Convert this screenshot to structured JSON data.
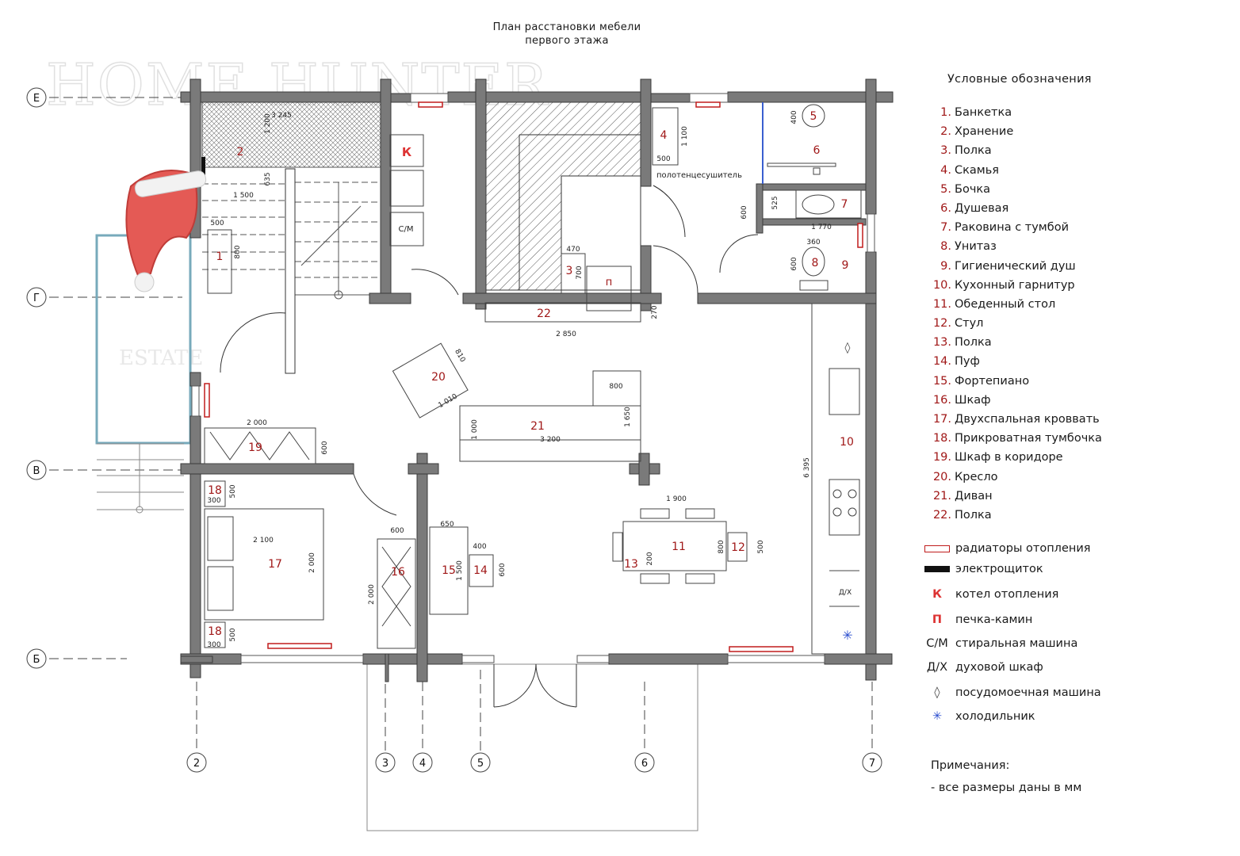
{
  "title": {
    "line1": "План расстановки мебели",
    "line2": "первого этажа"
  },
  "watermark": {
    "brand": "HOME HUNTER",
    "sub": "ESTATE"
  },
  "axes": {
    "rows": [
      "Е",
      "Г",
      "В",
      "Б"
    ],
    "cols": [
      "2",
      "3",
      "4",
      "5",
      "6",
      "7"
    ]
  },
  "legend": {
    "heading": "Условные обозначения",
    "items": [
      {
        "num": "1.",
        "label": "Банкетка"
      },
      {
        "num": "2.",
        "label": "Хранение"
      },
      {
        "num": "3.",
        "label": "Полка"
      },
      {
        "num": "4.",
        "label": "Скамья"
      },
      {
        "num": "5.",
        "label": "Бочка"
      },
      {
        "num": "6.",
        "label": "Душевая"
      },
      {
        "num": "7.",
        "label": "Раковина с тумбой"
      },
      {
        "num": "8.",
        "label": "Унитаз"
      },
      {
        "num": "9.",
        "label": "Гигиенический душ"
      },
      {
        "num": "10.",
        "label": "Кухонный гарнитур"
      },
      {
        "num": "11.",
        "label": "Обеденный стол"
      },
      {
        "num": "12.",
        "label": "Стул"
      },
      {
        "num": "13.",
        "label": "Полка"
      },
      {
        "num": "14.",
        "label": "Пуф"
      },
      {
        "num": "15.",
        "label": "Фортепиано"
      },
      {
        "num": "16.",
        "label": "Шкаф"
      },
      {
        "num": "17.",
        "label": "Двухспальная кроввать"
      },
      {
        "num": "18.",
        "label": "Прикроватная тумбочка"
      },
      {
        "num": "19.",
        "label": "Шкаф в коридоре"
      },
      {
        "num": "20.",
        "label": "Кресло"
      },
      {
        "num": "21.",
        "label": "Диван"
      },
      {
        "num": "22.",
        "label": "Полка"
      }
    ],
    "symbols": {
      "radiators": "радиаторы отопления",
      "panel": "электрощиток",
      "boiler_code": "К",
      "boiler": "котел отопления",
      "stove_code": "П",
      "stove": "печка-камин",
      "washer_code": "С/М",
      "washer": "стиральная машина",
      "oven_code": "Д/Х",
      "oven": "духовой шкаф",
      "dishwasher_icon": "◊",
      "dishwasher": "посудомоечная машина",
      "fridge_icon": "✳",
      "fridge": "холодильник"
    }
  },
  "notes": {
    "title": "Примечания:",
    "text": "- все размеры даны в мм"
  },
  "plan": {
    "tags": {
      "n1": "1",
      "n2": "2",
      "n3": "3",
      "n4": "4",
      "n5": "5",
      "n6": "6",
      "n7": "7",
      "n8": "8",
      "n9": "9",
      "n10": "10",
      "n11": "11",
      "n12": "12",
      "n13": "13",
      "n14": "14",
      "n15": "15",
      "n16": "16",
      "n17": "17",
      "n18a": "18",
      "n18b": "18",
      "n19": "19",
      "n20": "20",
      "n21": "21",
      "n22": "22",
      "boiler": "К",
      "stove": "п",
      "washer": "С/М",
      "oven": "Д/Х"
    },
    "towel_label": "полотенцесушитель",
    "dims": {
      "d3245": "3 245",
      "d1200": "1 200",
      "d635": "635",
      "d1500a": "1 500",
      "d500a": "500",
      "d800a": "800",
      "d1100": "1 100",
      "d500b": "500",
      "d400": "400",
      "d525": "525",
      "d600a": "600",
      "d1770": "1 770",
      "d360": "360",
      "d600b": "600",
      "d470": "470",
      "d700": "700",
      "d270": "270",
      "d2850": "2 850",
      "d810": "810",
      "d1010": "1 010",
      "d800b": "800",
      "d1650": "1 650",
      "d1000": "1 000",
      "d3200": "3 200",
      "d2000a": "2 000",
      "d600c": "600",
      "d1900": "1 900",
      "d800c": "800",
      "d500c": "500",
      "d200": "200",
      "d650": "650",
      "d1500b": "1 500",
      "d400b": "400",
      "d600d": "600",
      "d600e": "600",
      "d2000b": "2 000",
      "d2100": "2 100",
      "d2000c": "2 000",
      "d300a": "300",
      "d500d": "500",
      "d300b": "300",
      "d500e": "500",
      "d6395": "6 395"
    }
  }
}
